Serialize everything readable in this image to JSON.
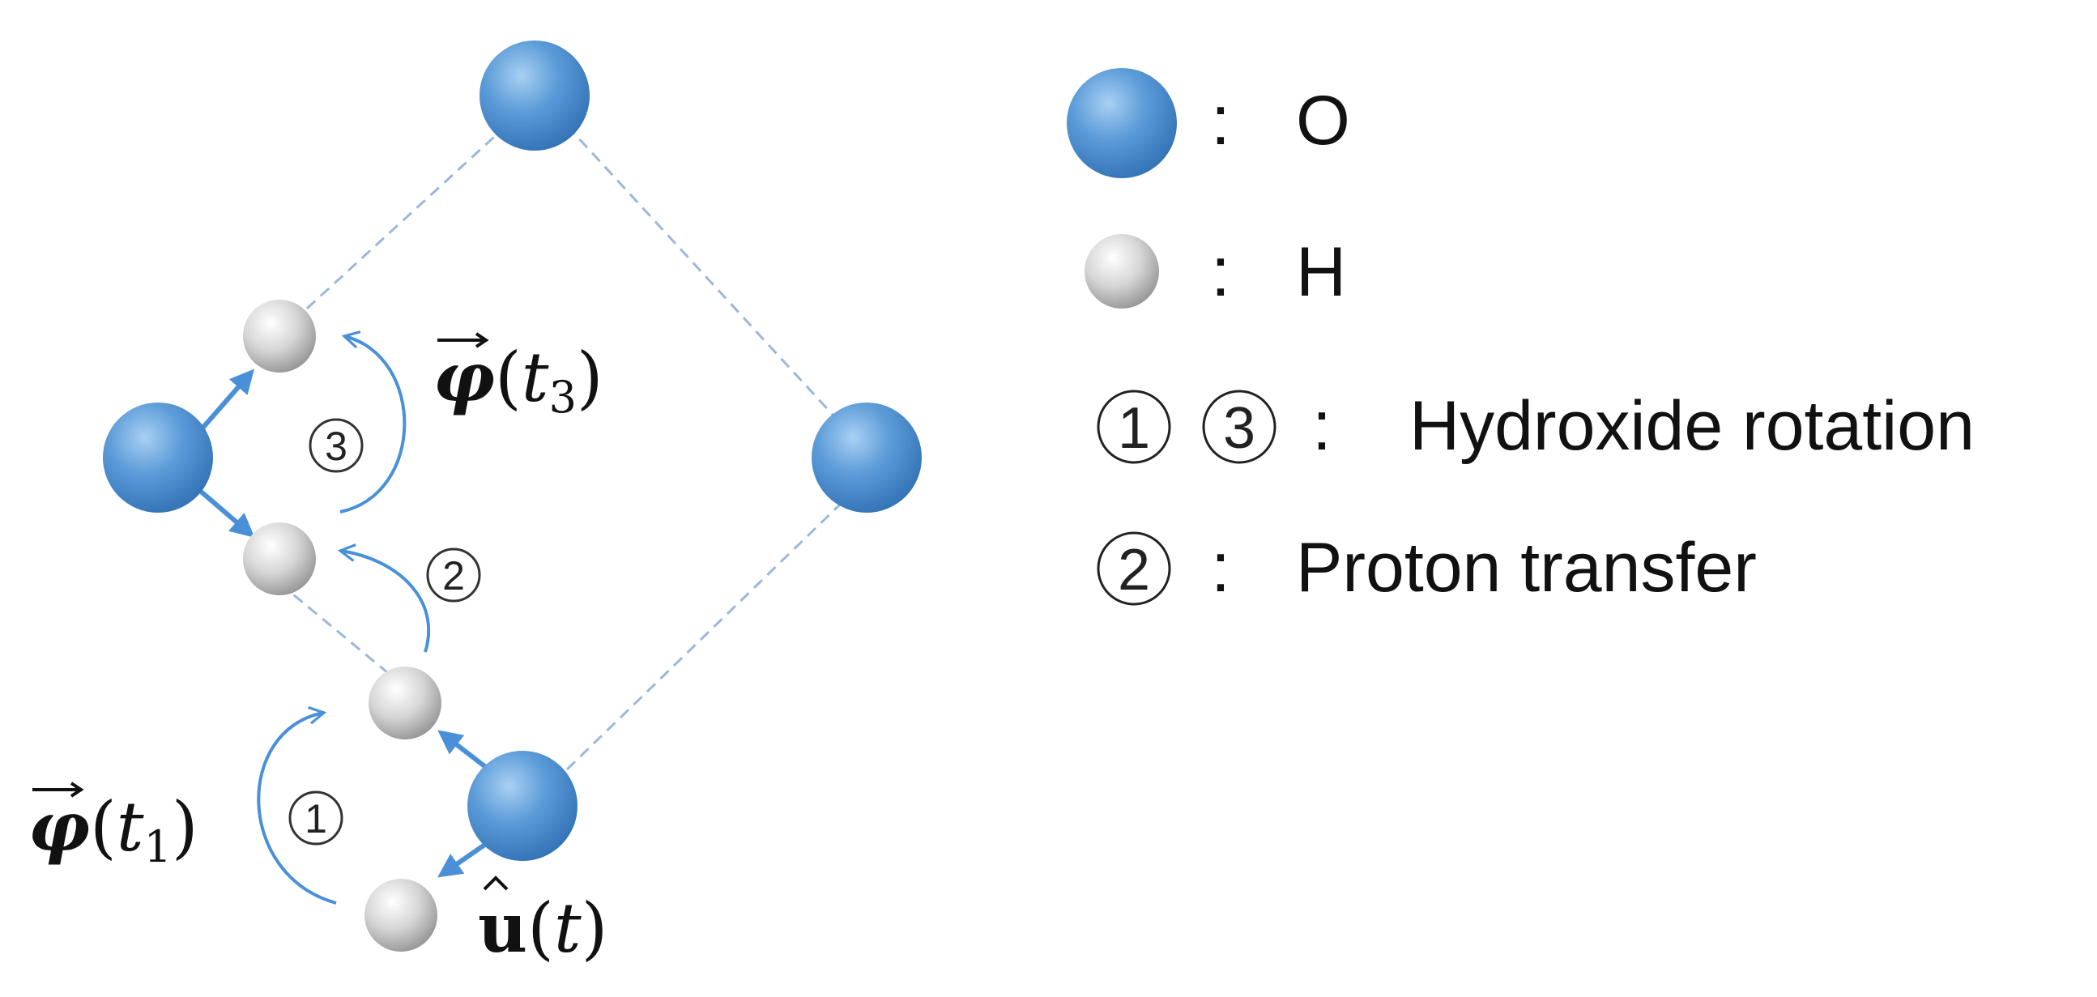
{
  "colors": {
    "oxygen": "#4f8fd0",
    "hydrogen": "#c8c8c8",
    "bond_arrow": "#4a90d9",
    "hbond_dash": "#9ab8db"
  },
  "legend": {
    "oxygen": {
      "colon": ":",
      "label": "O"
    },
    "hydrogen": {
      "colon": ":",
      "label": "H"
    },
    "rotation": {
      "num_a": "1",
      "num_b": "3",
      "colon": ":",
      "label": "Hydroxide rotation"
    },
    "transfer": {
      "num": "2",
      "colon": ":",
      "label": "Proton transfer"
    }
  },
  "diagram": {
    "steps": {
      "step1": "1",
      "step2": "2",
      "step3": "3"
    },
    "phi_t1": {
      "symbol": "φ",
      "open": "(",
      "var": "t",
      "sub": "1",
      "close": ")"
    },
    "phi_t3": {
      "symbol": "φ",
      "open": "(",
      "var": "t",
      "sub": "3",
      "close": ")"
    },
    "u_t": {
      "symbol": "u",
      "open": "(",
      "var": "t",
      "close": ")"
    }
  }
}
